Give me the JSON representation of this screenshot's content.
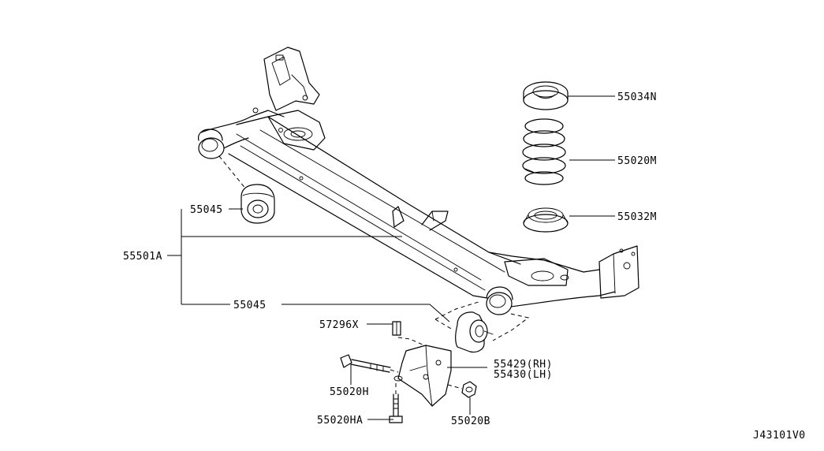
{
  "labels": {
    "seat_upper": "55034N",
    "spring": "55020M",
    "seat_lower": "55032M",
    "bushing_left": "55045",
    "beam": "55501A",
    "bushing_right": "55045",
    "clip": "57296X",
    "bracket_rh": "55429(RH)",
    "bracket_lh": "55430(LH)",
    "bolt_upper": "55020H",
    "bolt_lower": "55020HA",
    "nut": "55020B",
    "diagram_code": "J43101V0"
  }
}
